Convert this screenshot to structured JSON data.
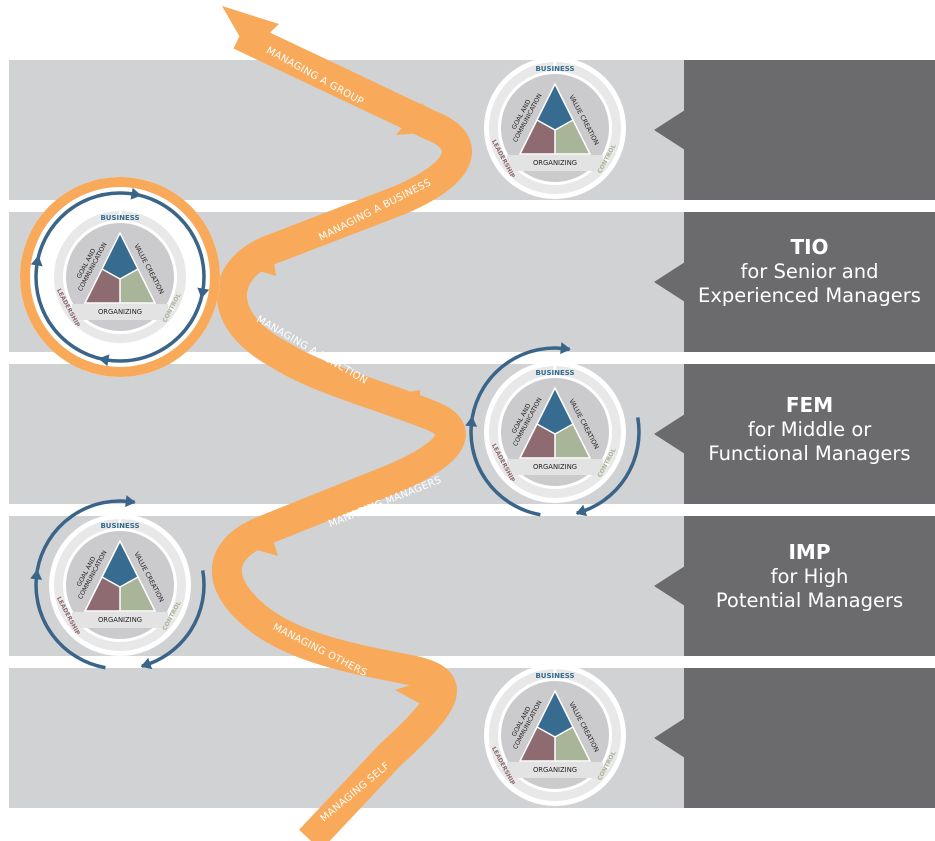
{
  "programs": [
    {
      "code": "TIO",
      "line1": "for Senior and",
      "line2": "Experienced Managers"
    },
    {
      "code": "FEM",
      "line1": "for Middle or",
      "line2": "Functional Managers"
    },
    {
      "code": "IMP",
      "line1": "for High",
      "line2": "Potential Managers"
    }
  ],
  "path_labels": {
    "self": "MANAGING SELF",
    "others": "MANAGING OTHERS",
    "managers": "MANAGING MANAGERS",
    "function": "MANAGING A FUNCTION",
    "business": "MANAGING A BUSINESS",
    "group": "MANAGING A GROUP"
  },
  "wheel": {
    "top": "BUSINESS",
    "left": "LEADERSHIP",
    "right": "CONTROL",
    "goal_line1": "GOAL AND",
    "goal_line2": "COMMUNICATION",
    "value": "VALUE CREATION",
    "organizing": "ORGANIZING"
  },
  "colors": {
    "band": "#d1d2d4",
    "label_panel": "#6b6b6e",
    "path": "#f8a95a",
    "cycle_arrow": "#3a6488",
    "highlight_ring": "#f8a95a",
    "tri_top": "#376b8f",
    "tri_left": "#8e6b71",
    "tri_right": "#a9b598",
    "business_text": "#376b8f",
    "leadership_text": "#8e6b71",
    "control_text": "#a9b598"
  }
}
